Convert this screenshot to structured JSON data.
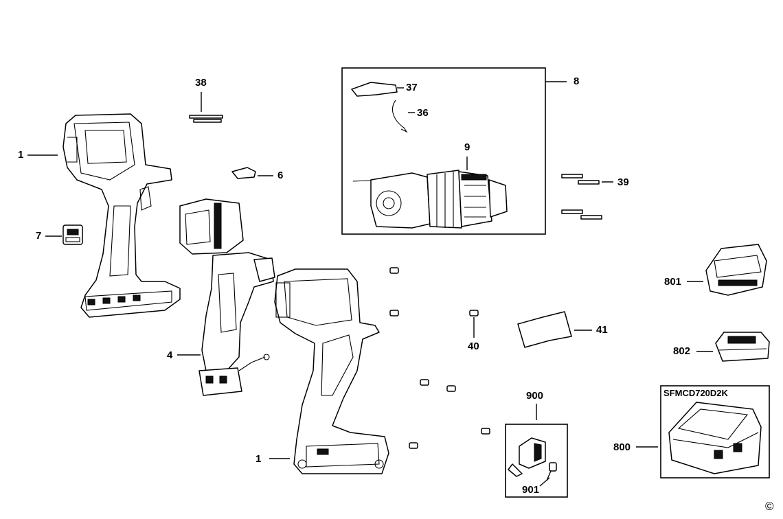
{
  "callouts": {
    "p38": "38",
    "p1_top": "1",
    "p6": "6",
    "p7": "7",
    "p4": "4",
    "p1_bottom": "1",
    "p37": "37",
    "p36": "36",
    "p8": "8",
    "p9": "9",
    "p39": "39",
    "p40": "40",
    "p41": "41",
    "p801": "801",
    "p802": "802",
    "p900": "900",
    "p901": "901",
    "p800": "800"
  },
  "kit_model": "SFMCD720D2K",
  "copyright_symbol": "©",
  "icons": {
    "housing": "drill-housing-half-icon",
    "motor": "motor-assembly-icon",
    "gearbox": "gearbox-chuck-icon",
    "battery": "battery-pack-icon",
    "case": "carry-case-icon",
    "clip": "belt-clip-icon",
    "screw": "screw-icon"
  }
}
